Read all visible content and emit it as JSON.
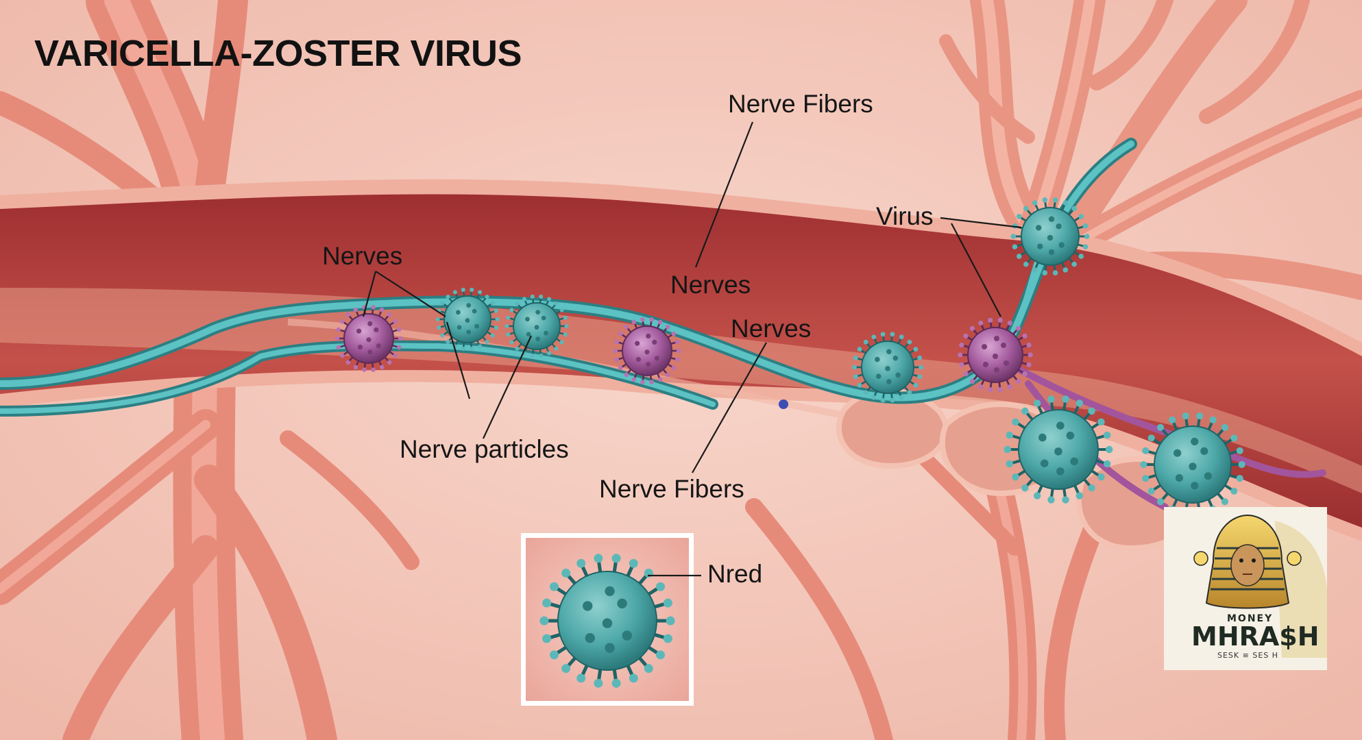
{
  "title": "VARICELLA-ZOSTER VIRUS",
  "labels": {
    "nerve_fibers_top": "Nerve Fibers",
    "virus": "Virus",
    "nerves_left": "Nerves",
    "nerves_mid": "Nerves",
    "nerves_right": "Nerves",
    "nerve_particles": "Nerve particles",
    "nerve_fibers_bottom": "Nerve Fibers",
    "nred": "Nred"
  },
  "logo": {
    "top_word": "MONEY",
    "main_word": "MHRA$H",
    "sub_word": "SESK ≡ SES H"
  },
  "colors": {
    "background": "#f3c7ba",
    "tissue": "#ec9c8c",
    "vessel": "#b8443f",
    "nerve_cyan": "#3fa7a8",
    "virus_teal": "#4ea8a8",
    "virus_purple": "#a25a9c"
  }
}
